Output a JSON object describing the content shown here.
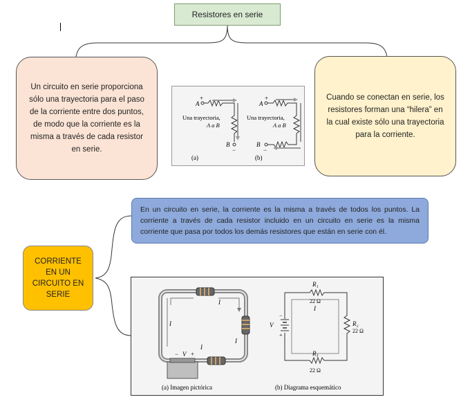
{
  "title": "Resistores en serie",
  "left_text": "Un circuito en serie proporciona sólo una trayectoria para el paso de la corriente entre dos puntos, de modo que la corriente es la misma a través de cada resistor en serie.",
  "right_text": "Cuando se conectan en serie, los resistores forman una “hilera” en la cual existe sólo una trayectoria para la corriente.",
  "blue_text": "En un circuito en serie, la corriente es la misma a través de todos los puntos. La corriente a través de cada resistor incluido en un circuito en serie es la misma corriente que pasa por todos los demás resistores que están en serie con él.",
  "orange_text": "CORRIENTE EN UN CIRCUITO EN SERIE",
  "fig_top": {
    "node_a": "A",
    "node_b": "B",
    "plus": "+",
    "minus": "−",
    "path_line1": "Una trayectoria,",
    "path_line2": "A a B",
    "cap_a": "(a)",
    "cap_b": "(b)"
  },
  "fig_bottom": {
    "r1": "R₁",
    "r2": "R₂",
    "r3": "R₃",
    "r1_val": "22 Ω",
    "r2_val": "22 Ω",
    "r3_val": "22 Ω",
    "current": "I",
    "voltage": "V",
    "plus": "+",
    "minus": "−",
    "cap_a": "(a) Imagen pictórica",
    "cap_b": "(b) Diagrama esquemático"
  },
  "colors": {
    "title_bg": "#d9ead3",
    "left_bg": "#fbe4d5",
    "right_bg": "#fff2cc",
    "blue_bg": "#8ea9db",
    "orange_bg": "#ffc000"
  }
}
